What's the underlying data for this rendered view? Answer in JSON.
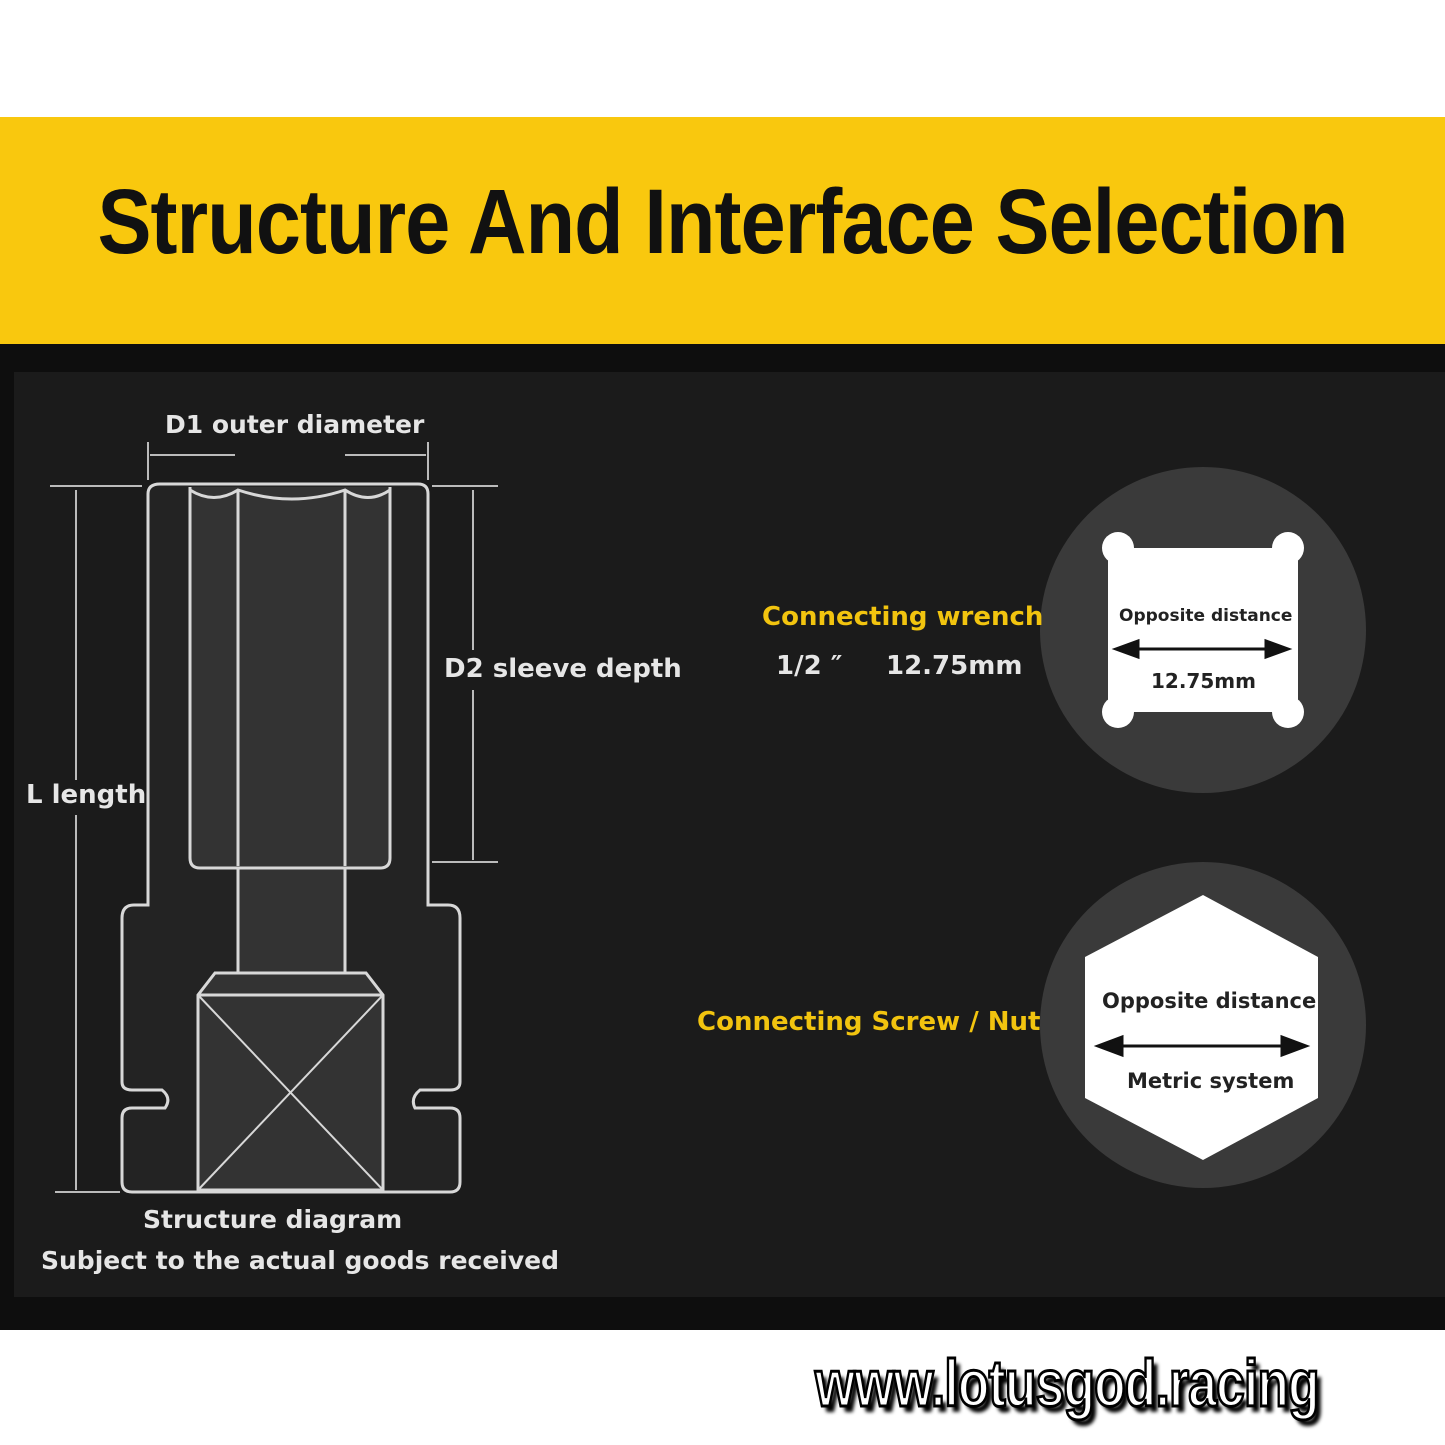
{
  "title": "Structure And Interface Selection",
  "labels": {
    "d1": "D1 outer diameter",
    "d2": "D2 sleeve depth",
    "l": "L length",
    "caption1": "Structure diagram",
    "caption2": "Subject to the actual goods received"
  },
  "wrench": {
    "heading": "Connecting wrench",
    "size_in": "1/2 ″",
    "size_mm": "12.75mm",
    "circle_label": "Opposite distance",
    "circle_value": "12.75mm"
  },
  "nut": {
    "heading": "Connecting Screw / Nut",
    "circle_label": "Opposite distance",
    "circle_value": "Metric system"
  },
  "watermark": "www.lotusgod.racing",
  "colors": {
    "accent": "#f9c80e",
    "panel": "#1b1b1b"
  }
}
